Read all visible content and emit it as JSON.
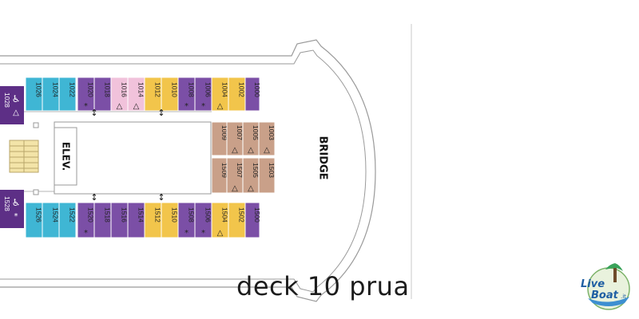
{
  "title": "deck 10 prua",
  "labels": {
    "bridge": "BRIDGE",
    "elevator": "ELEV."
  },
  "legend_colors": {
    "purple": "#7b4fa6",
    "blue": "#3fb6d4",
    "yellow": "#f2c54b",
    "pink": "#f1c2db",
    "tan": "#c9a089",
    "dark_purple": "#5d2f86"
  },
  "marks": {
    "accessible": "♿",
    "triangle": "△",
    "star": "*",
    "connect": "↕"
  },
  "cabins_top": [
    {
      "num": "1026",
      "color": "blue",
      "mark": ""
    },
    {
      "num": "1024",
      "color": "blue",
      "mark": ""
    },
    {
      "num": "1022",
      "color": "blue",
      "mark": ""
    },
    {
      "num": "1020",
      "color": "purple",
      "mark": "*"
    },
    {
      "num": "1018",
      "color": "purple",
      "mark": ""
    },
    {
      "num": "1016",
      "color": "pink",
      "mark": "△"
    },
    {
      "num": "1014",
      "color": "pink",
      "mark": "△"
    },
    {
      "num": "1012",
      "color": "yellow",
      "mark": ""
    },
    {
      "num": "1010",
      "color": "yellow",
      "mark": ""
    },
    {
      "num": "1008",
      "color": "purple",
      "mark": "*"
    },
    {
      "num": "1006",
      "color": "purple",
      "mark": "*"
    },
    {
      "num": "1004",
      "color": "yellow",
      "mark": "△"
    },
    {
      "num": "1002",
      "color": "yellow",
      "mark": ""
    },
    {
      "num": "1000",
      "color": "purple",
      "mark": ""
    }
  ],
  "cabins_bottom": [
    {
      "num": "1526",
      "color": "blue",
      "mark": ""
    },
    {
      "num": "1524",
      "color": "blue",
      "mark": ""
    },
    {
      "num": "1522",
      "color": "blue",
      "mark": ""
    },
    {
      "num": "1520",
      "color": "purple",
      "mark": "*"
    },
    {
      "num": "1518",
      "color": "purple",
      "mark": ""
    },
    {
      "num": "1516",
      "color": "purple",
      "mark": ""
    },
    {
      "num": "1514",
      "color": "purple",
      "mark": ""
    },
    {
      "num": "1512",
      "color": "yellow",
      "mark": ""
    },
    {
      "num": "1510",
      "color": "yellow",
      "mark": ""
    },
    {
      "num": "1508",
      "color": "purple",
      "mark": "*"
    },
    {
      "num": "1506",
      "color": "purple",
      "mark": "*"
    },
    {
      "num": "1504",
      "color": "yellow",
      "mark": "△"
    },
    {
      "num": "1502",
      "color": "yellow",
      "mark": ""
    },
    {
      "num": "1500",
      "color": "purple",
      "mark": ""
    }
  ],
  "cabins_center_top": [
    {
      "num": "1009",
      "mark": ""
    },
    {
      "num": "1007",
      "mark": "△"
    },
    {
      "num": "1005",
      "mark": "△"
    },
    {
      "num": "1003",
      "mark": "△"
    }
  ],
  "cabins_center_bottom": [
    {
      "num": "1509",
      "mark": ""
    },
    {
      "num": "1507",
      "mark": "△"
    },
    {
      "num": "1505",
      "mark": "△"
    },
    {
      "num": "1503",
      "mark": ""
    }
  ],
  "corner_cabins": [
    {
      "num": "1028",
      "mark": "△"
    },
    {
      "num": "1528",
      "mark": "*"
    }
  ],
  "logo": {
    "line1": "Live",
    "line2": "Boat",
    "suffix": ".it"
  }
}
